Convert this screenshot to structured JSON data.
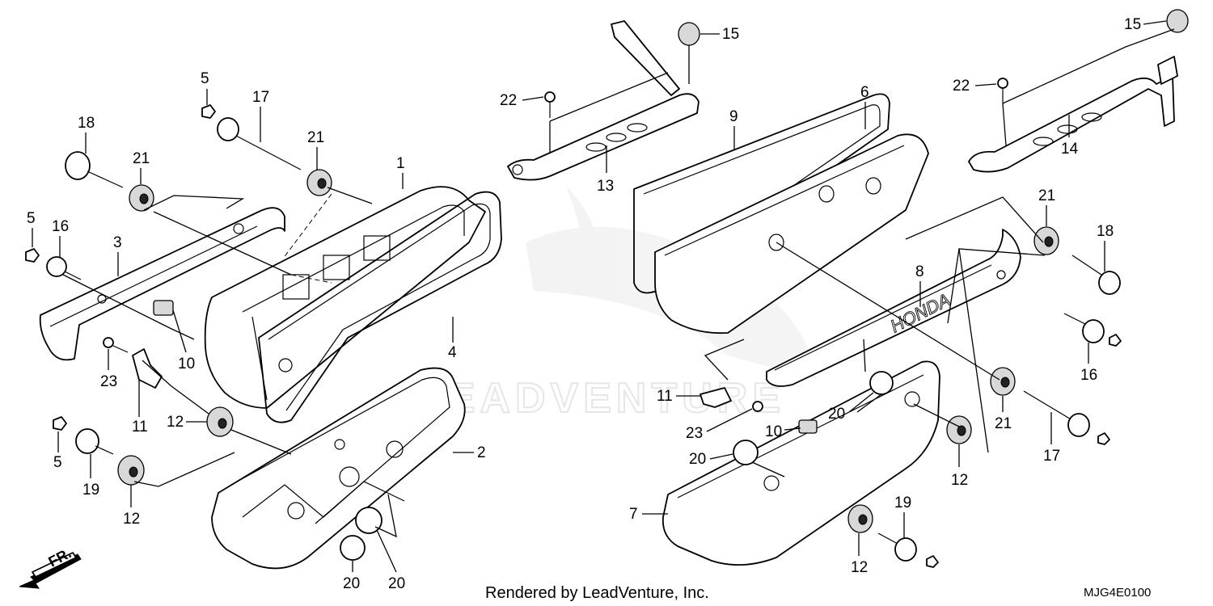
{
  "diagram": {
    "part_numbers": {
      "p1": "1",
      "p2": "2",
      "p3": "3",
      "p4": "4",
      "p5": "5",
      "p6": "6",
      "p7": "7",
      "p8": "8",
      "p9": "9",
      "p10": "10",
      "p11": "11",
      "p12": "12",
      "p13": "13",
      "p14": "14",
      "p15": "15",
      "p16": "16",
      "p17": "17",
      "p18": "18",
      "p19": "19",
      "p20": "20",
      "p21": "21",
      "p22": "22",
      "p23": "23"
    },
    "direction_marker": "FR.",
    "watermark": "LEADVENTURE",
    "embossed_text": "HONDA",
    "footer_credit": "Rendered by LeadVenture, Inc.",
    "diagram_code": "MJG4E0100"
  }
}
